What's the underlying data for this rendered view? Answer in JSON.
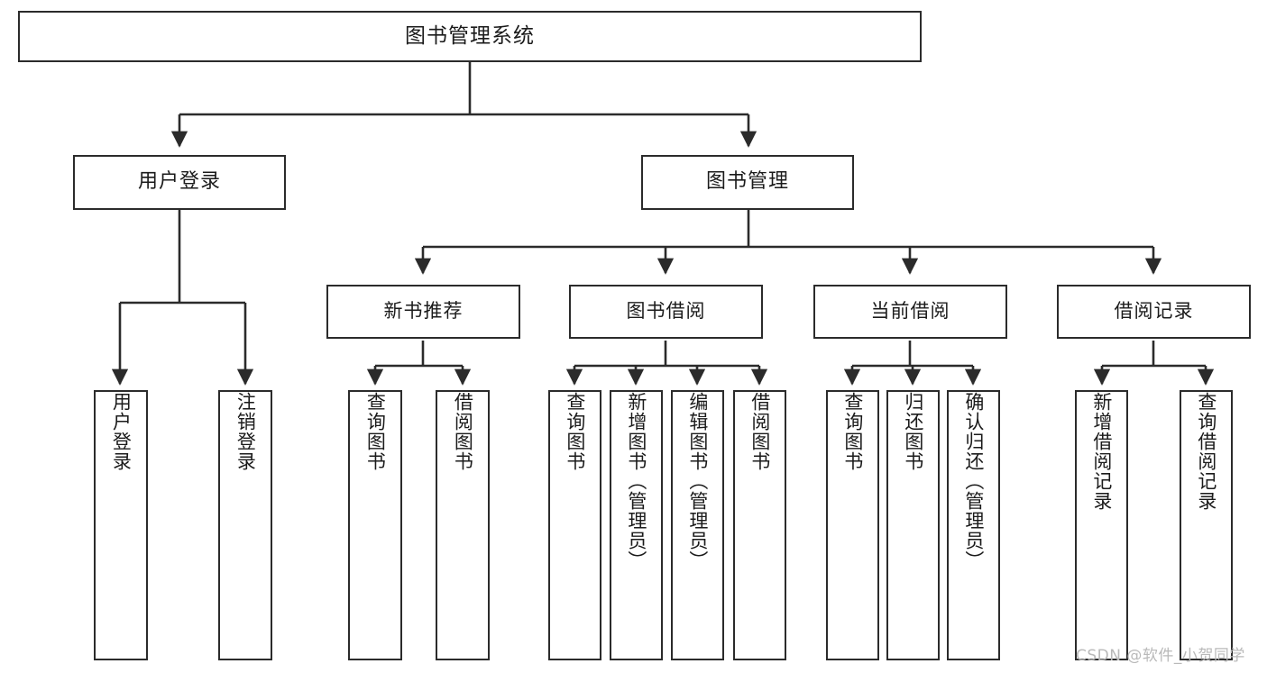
{
  "diagram": {
    "title": "图书管理系统",
    "type": "hierarchy-tree",
    "watermark": "CSDN @软件_小贺同学",
    "colors": {
      "box_border": "#2b2b2b",
      "box_fill": "#ffffff",
      "connector": "#2b2b2b",
      "text": "#1b1b1b",
      "watermark": "#b9b9b9"
    },
    "root": {
      "label": "图书管理系统"
    },
    "level2": [
      {
        "label": "用户登录"
      },
      {
        "label": "图书管理"
      }
    ],
    "level3": [
      {
        "label": "新书推荐"
      },
      {
        "label": "图书借阅"
      },
      {
        "label": "当前借阅"
      },
      {
        "label": "借阅记录"
      }
    ],
    "leaves": {
      "user_login": [
        {
          "label": "用户登录"
        },
        {
          "label": "注销登录"
        }
      ],
      "new_book_recommend": [
        {
          "label": "查询图书"
        },
        {
          "label": "借阅图书"
        }
      ],
      "book_borrow": [
        {
          "label": "查询图书"
        },
        {
          "label": "新增图书（管理员）"
        },
        {
          "label": "编辑图书（管理员）"
        },
        {
          "label": "借阅图书"
        }
      ],
      "current_borrow": [
        {
          "label": "查询图书"
        },
        {
          "label": "归还图书"
        },
        {
          "label": "确认归还（管理员）"
        }
      ],
      "borrow_record": [
        {
          "label": "新增借阅记录"
        },
        {
          "label": "查询借阅记录"
        }
      ]
    }
  }
}
